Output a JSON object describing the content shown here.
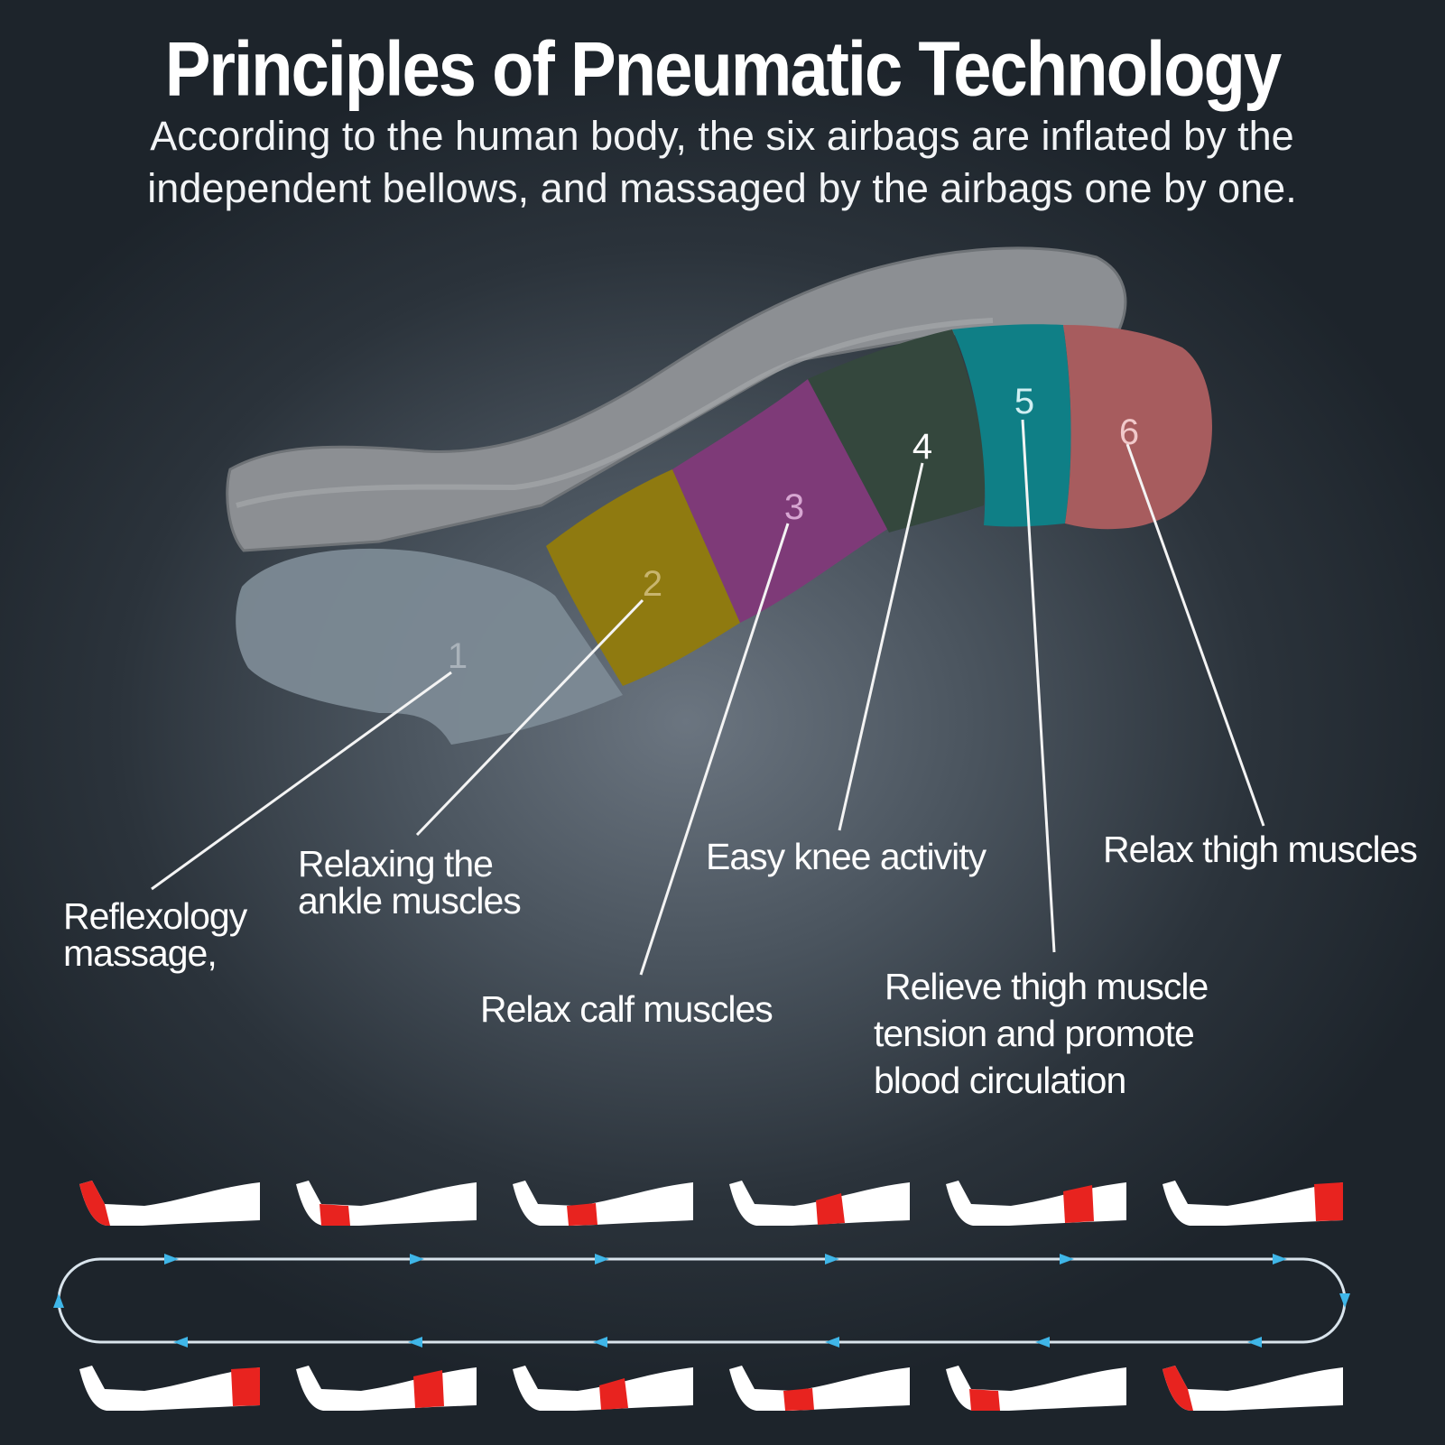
{
  "header": {
    "title": "Principles of Pneumatic Technology",
    "subtitle_line1": "According to the human body, the six airbags are inflated by the",
    "subtitle_line2": "independent bellows, and massaged by the airbags one by one."
  },
  "airbags": [
    {
      "number": "1",
      "label_lines": [
        "Reflexology",
        "massage,"
      ],
      "color": "#7c8a95"
    },
    {
      "number": "2",
      "label_lines": [
        "Relaxing the",
        "ankle muscles"
      ],
      "color": "#8f7a10"
    },
    {
      "number": "3",
      "label_lines": [
        "Relax calf muscles"
      ],
      "color": "#7e3a78"
    },
    {
      "number": "4",
      "label_lines": [
        "Easy knee activity"
      ],
      "color": "#34473d"
    },
    {
      "number": "5",
      "label_lines": [
        "Relieve thigh muscle",
        "tension and promote",
        "blood circulation"
      ],
      "color": "#0f7f86"
    },
    {
      "number": "6",
      "label_lines": [
        "Relax thigh muscles"
      ],
      "color": "#a75c5e"
    }
  ],
  "colors": {
    "highlight": "#e8231f",
    "flow_arrow": "#3fb6e8",
    "leg": "#ffffff"
  },
  "sequence": {
    "top_row_highlights": [
      1,
      2,
      3,
      4,
      5,
      6
    ],
    "bottom_row_highlights": [
      6,
      5,
      4,
      3,
      2,
      1
    ]
  }
}
